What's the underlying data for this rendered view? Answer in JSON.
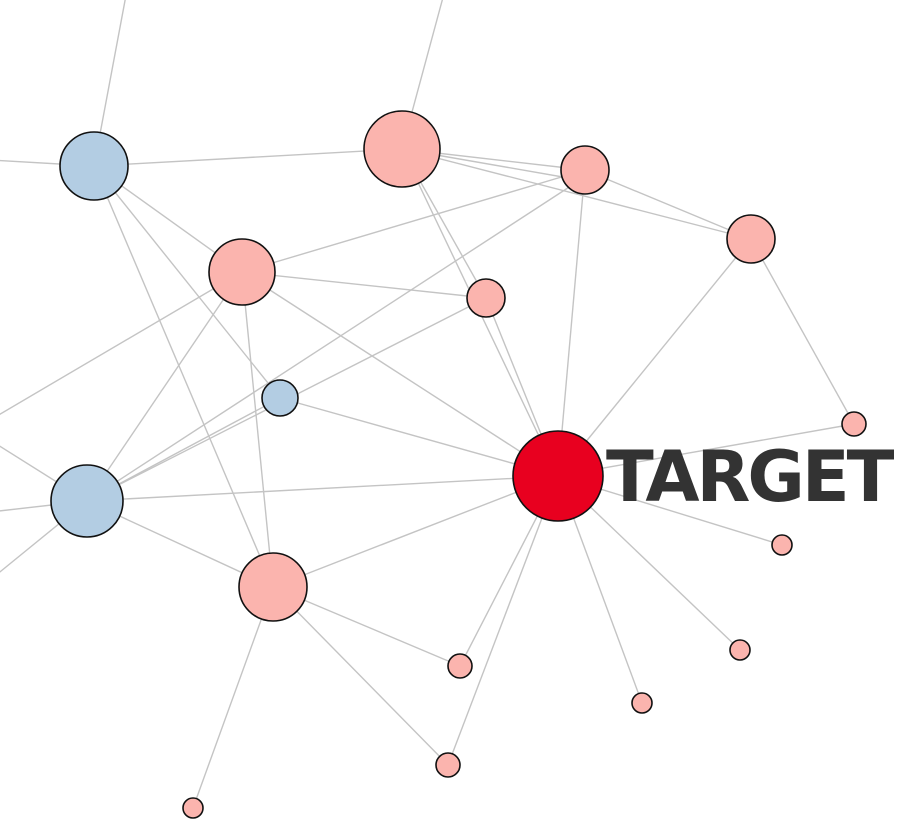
{
  "graph": {
    "colors": {
      "edge": "#c4c4c4",
      "blue_node": "#b3cde3",
      "pink_node": "#fbb4ae",
      "target_node": "#e8001f",
      "outline": "#111111",
      "label": "#333333"
    },
    "nodes": [
      {
        "id": "target",
        "group": "target",
        "label": "TARGET"
      },
      {
        "id": "b1",
        "group": "blue"
      },
      {
        "id": "b2",
        "group": "blue"
      },
      {
        "id": "b3",
        "group": "blue"
      },
      {
        "id": "p1",
        "group": "pink"
      },
      {
        "id": "p2",
        "group": "pink"
      },
      {
        "id": "p3",
        "group": "pink"
      },
      {
        "id": "p4",
        "group": "pink"
      },
      {
        "id": "p5",
        "group": "pink"
      },
      {
        "id": "p6",
        "group": "pink"
      },
      {
        "id": "p7",
        "group": "pink"
      },
      {
        "id": "p8",
        "group": "pink"
      },
      {
        "id": "p9",
        "group": "pink"
      },
      {
        "id": "p10",
        "group": "pink"
      },
      {
        "id": "p11",
        "group": "pink"
      },
      {
        "id": "p12",
        "group": "pink"
      },
      {
        "id": "p13",
        "group": "pink"
      },
      {
        "id": "p14",
        "group": "pink"
      }
    ],
    "edges": [
      [
        "target",
        "p1"
      ],
      [
        "target",
        "p2"
      ],
      [
        "target",
        "p3"
      ],
      [
        "target",
        "p4"
      ],
      [
        "target",
        "p5"
      ],
      [
        "target",
        "p6"
      ],
      [
        "target",
        "p7"
      ],
      [
        "target",
        "p8"
      ],
      [
        "target",
        "p9"
      ],
      [
        "target",
        "p10"
      ],
      [
        "target",
        "p11"
      ],
      [
        "target",
        "p12"
      ],
      [
        "target",
        "b2"
      ],
      [
        "target",
        "b3"
      ],
      [
        "b1",
        "p1"
      ],
      [
        "b1",
        "p2"
      ],
      [
        "b1",
        "p5"
      ],
      [
        "b1",
        "b2"
      ],
      [
        "p1",
        "p3"
      ],
      [
        "p1",
        "p4"
      ],
      [
        "p1",
        "p6"
      ],
      [
        "p1",
        "p13"
      ],
      [
        "p2",
        "p6"
      ],
      [
        "p2",
        "p3"
      ],
      [
        "p2",
        "b3"
      ],
      [
        "p2",
        "p5"
      ],
      [
        "p3",
        "p4"
      ],
      [
        "p4",
        "p7"
      ],
      [
        "b2",
        "b3"
      ],
      [
        "b3",
        "p5"
      ],
      [
        "b3",
        "p13"
      ],
      [
        "b3",
        "p6"
      ],
      [
        "p5",
        "p11"
      ],
      [
        "p5",
        "p12"
      ],
      [
        "p5",
        "p14"
      ]
    ],
    "offscreen_edges": [
      [
        "b1",
        "left-a"
      ],
      [
        "b1",
        "top-a"
      ],
      [
        "p1",
        "top-b"
      ],
      [
        "b3",
        "left-b"
      ],
      [
        "b3",
        "left-c"
      ],
      [
        "b3",
        "left-d"
      ],
      [
        "p2",
        "left-e"
      ]
    ]
  }
}
